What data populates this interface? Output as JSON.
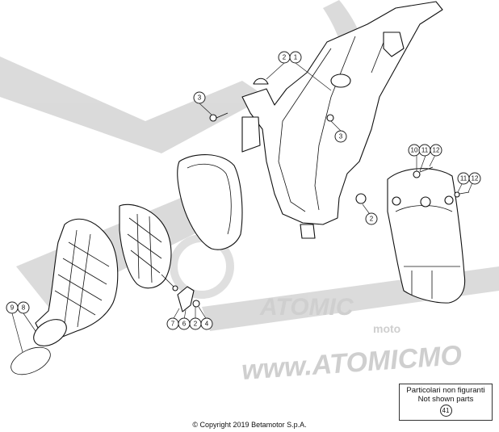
{
  "watermark": {
    "brand": "ATOMIC",
    "suffix": "moto",
    "url": "www.ATOMICMO"
  },
  "callouts": {
    "c1": "1",
    "c2a": "2",
    "c2b": "2",
    "c2c": "2",
    "c3a": "3",
    "c3b": "3",
    "c4": "4",
    "c6": "6",
    "c7": "7",
    "c8": "8",
    "c9": "9",
    "c10": "10",
    "c11a": "11",
    "c12a": "12",
    "c11b": "11",
    "c12b": "12"
  },
  "note": {
    "line1": "Particolari non figuranti",
    "line2": "Not shown parts",
    "number": "41"
  },
  "copyright": "© Copyright 2019 Betamotor S.p.A."
}
